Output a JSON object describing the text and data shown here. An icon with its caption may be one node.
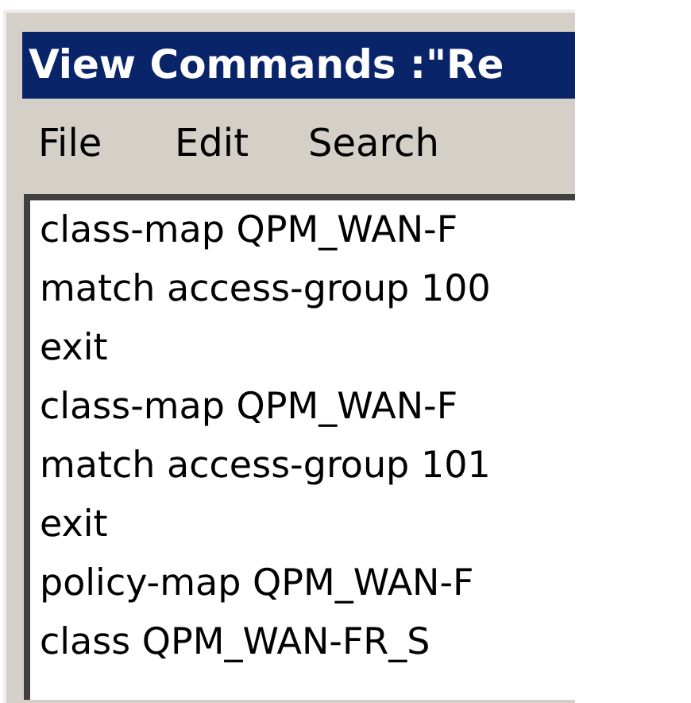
{
  "diagram": {
    "title": "View Commands :\"Re",
    "labels": [
      "File",
      "Edit",
      "Search",
      "class-map QPM_WAN-F",
      "match access-group 100",
      "exit",
      "class-map QPM_WAN-F",
      "match access-group 101",
      "exit",
      "policy-map QPM_WAN-F",
      "class QPM_WAN-FR_S"
    ]
  }
}
